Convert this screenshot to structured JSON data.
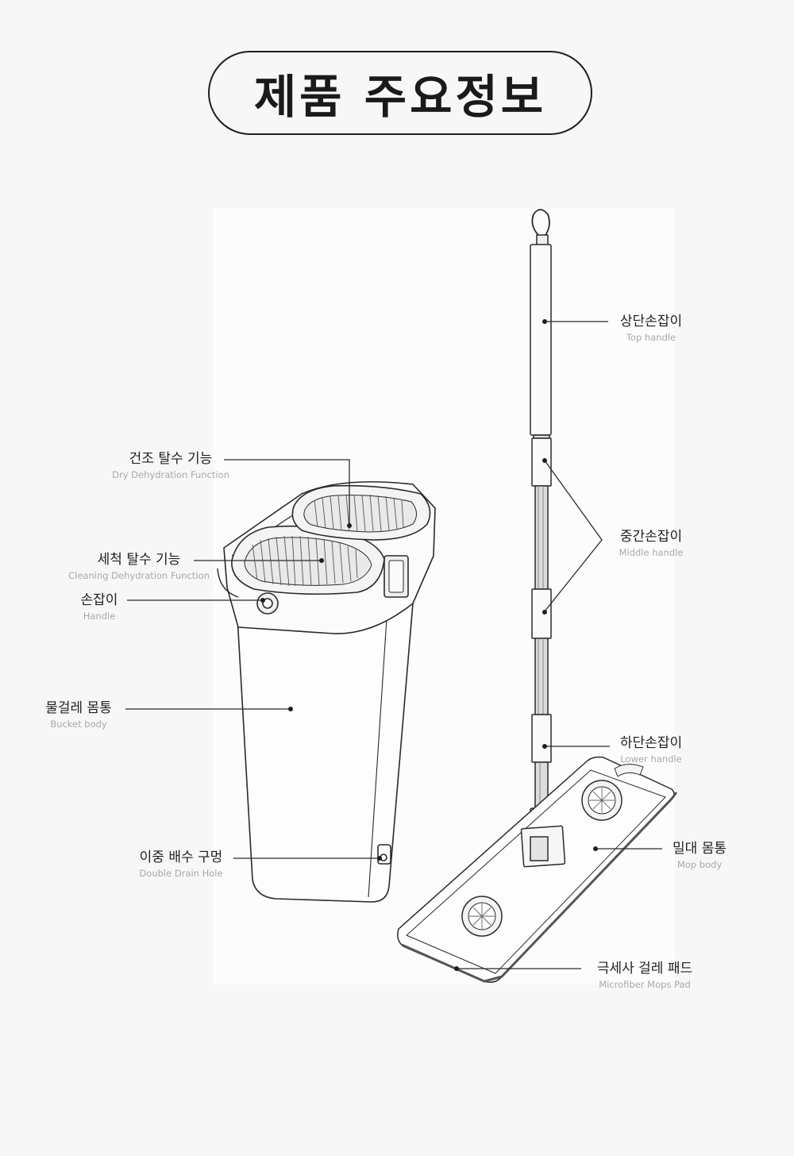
{
  "title": "제품 주요정보",
  "labels": {
    "dry_dehydration": {
      "ko": "건조 탈수 기능",
      "en": "Dry Dehydration Function"
    },
    "cleaning_dehydration": {
      "ko": "세척 탈수 기능",
      "en": "Cleaning Dehydration Function"
    },
    "handle": {
      "ko": "손잡이",
      "en": "Handle"
    },
    "bucket_body": {
      "ko": "물걸레 몸통",
      "en": "Bucket body"
    },
    "double_drain": {
      "ko": "이중 배수 구멍",
      "en": "Double Drain Hole"
    },
    "top_handle": {
      "ko": "상단손잡이",
      "en": "Top handle"
    },
    "middle_handle": {
      "ko": "중간손잡이",
      "en": "Middle handle"
    },
    "lower_handle": {
      "ko": "하단손잡이",
      "en": "Lower handle"
    },
    "mop_body": {
      "ko": "밀대 몸통",
      "en": "Mop body"
    },
    "microfiber_pad": {
      "ko": "극세사 걸레 패드",
      "en": "Microfiber Mops Pad"
    }
  },
  "colors": {
    "line": "#1e1e1e",
    "caption": "#a9a9a9",
    "background": "#f7f7f7"
  }
}
